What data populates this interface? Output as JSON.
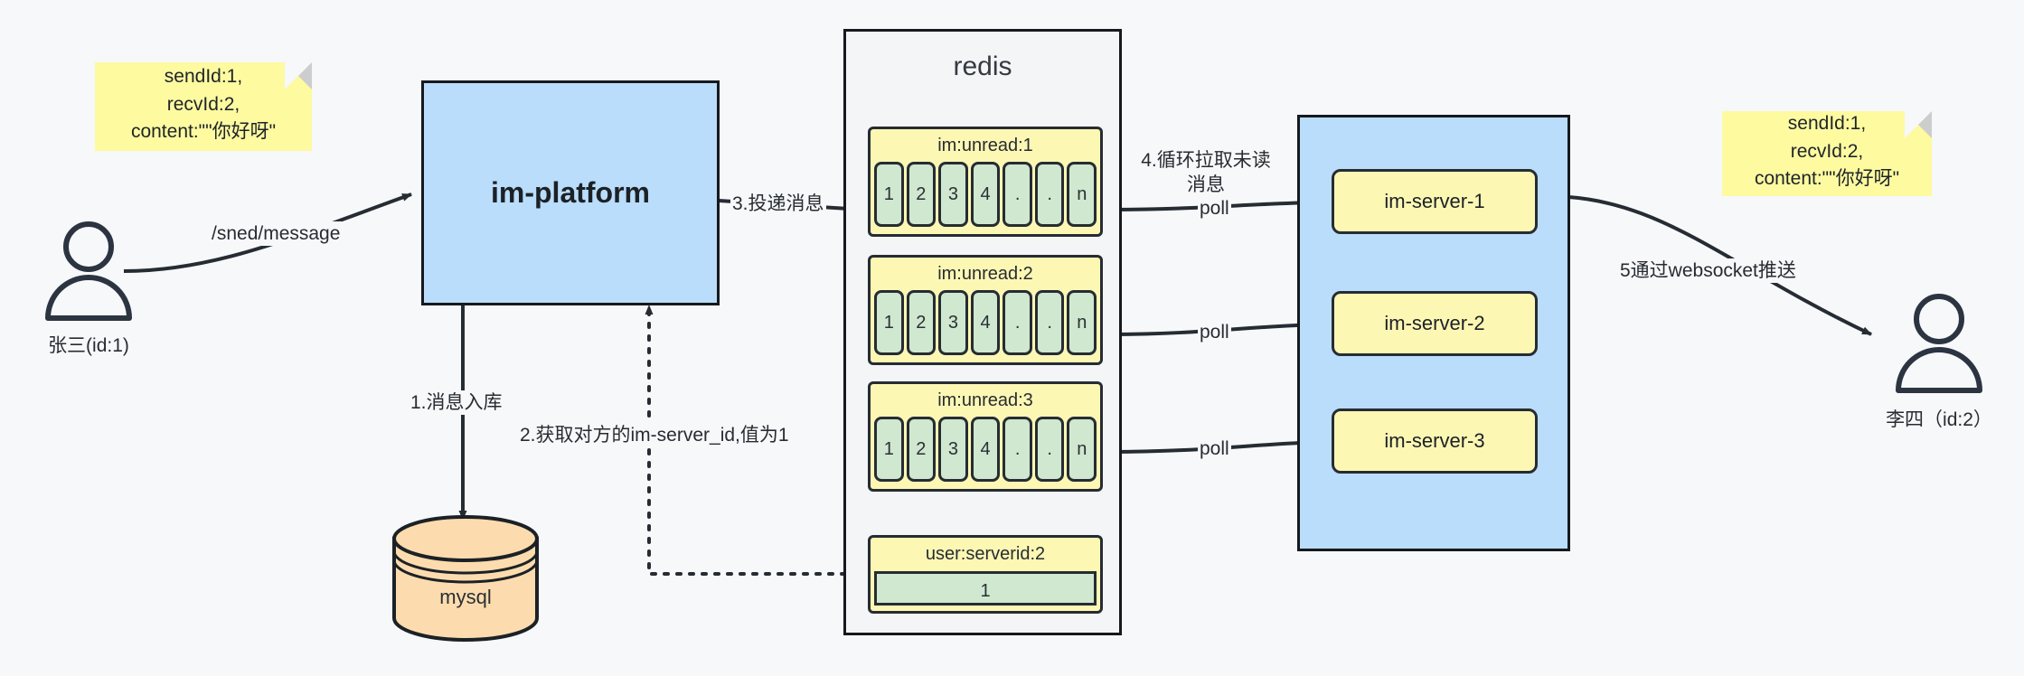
{
  "diagram": {
    "title": "IM message delivery architecture",
    "colors": {
      "background": "#f7f8fa",
      "note_yellow": "#fdfaa0",
      "box_blue": "#b9ddfb",
      "key_yellow": "#fdf7b4",
      "cell_green": "#cfe8cf",
      "db_orange": "#fcdcae",
      "stroke_dark": "#16191d"
    }
  },
  "notes": {
    "left": "sendId:1,\nrecvId:2,\ncontent:\"\"你好呀\"",
    "right": "sendId:1,\nrecvId:2,\ncontent:\"\"你好呀\""
  },
  "actors": {
    "sender": {
      "label": "张三(id:1)",
      "icon": "user-icon"
    },
    "receiver": {
      "label": "李四（id:2）",
      "icon": "user-icon"
    }
  },
  "platform": {
    "label": "im-platform"
  },
  "database": {
    "label": "mysql",
    "icon": "database-cylinder-icon"
  },
  "redis": {
    "title": "redis",
    "lists": [
      {
        "key": "im:unread:1",
        "cells": [
          "1",
          "2",
          "3",
          "4",
          ".",
          ".",
          "n"
        ]
      },
      {
        "key": "im:unread:2",
        "cells": [
          "1",
          "2",
          "3",
          "4",
          ".",
          ".",
          "n"
        ]
      },
      {
        "key": "im:unread:3",
        "cells": [
          "1",
          "2",
          "3",
          "4",
          ".",
          ".",
          "n"
        ]
      }
    ],
    "kv": {
      "key": "user:serverid:2",
      "value": "1"
    }
  },
  "server_group": {
    "servers": [
      {
        "label": "im-server-1"
      },
      {
        "label": "im-server-2"
      },
      {
        "label": "im-server-3"
      }
    ]
  },
  "edges": {
    "send_message": "/sned/message",
    "step1": "1.消息入库",
    "step2": "2.获取对方的im-server_id,值为1",
    "step3": "3.投递消息",
    "step4": "4.循环拉取未读消息",
    "poll1": "poll",
    "poll2": "poll",
    "poll3": "poll",
    "step5": "5通过websocket推送"
  }
}
